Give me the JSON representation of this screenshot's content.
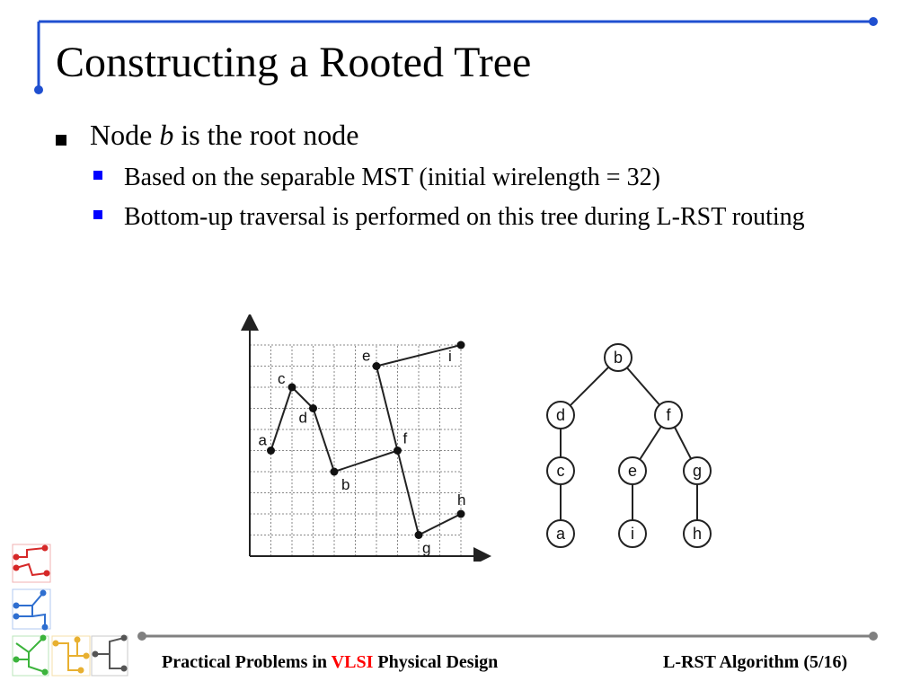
{
  "slide": {
    "title": "Constructing a Rooted Tree",
    "bullet1": {
      "prefix": "Node ",
      "emphasis": "b",
      "suffix": " is the root node"
    },
    "sub_bullets": [
      "Based on the separable MST (initial wirelength = 32)",
      "Bottom-up traversal is performed on this tree during L-RST routing"
    ]
  },
  "grid_diagram": {
    "points": [
      {
        "label": "a",
        "x": 1,
        "y": 5
      },
      {
        "label": "b",
        "x": 4,
        "y": 4
      },
      {
        "label": "c",
        "x": 2,
        "y": 8
      },
      {
        "label": "d",
        "x": 3,
        "y": 7
      },
      {
        "label": "e",
        "x": 6,
        "y": 9
      },
      {
        "label": "f",
        "x": 7,
        "y": 5
      },
      {
        "label": "g",
        "x": 8,
        "y": 1
      },
      {
        "label": "h",
        "x": 10,
        "y": 2
      },
      {
        "label": "i",
        "x": 10,
        "y": 10
      }
    ],
    "edges": [
      [
        "a",
        "c"
      ],
      [
        "c",
        "d"
      ],
      [
        "d",
        "b"
      ],
      [
        "b",
        "f"
      ],
      [
        "f",
        "e"
      ],
      [
        "e",
        "i"
      ],
      [
        "f",
        "g"
      ],
      [
        "g",
        "h"
      ]
    ]
  },
  "rooted_tree": {
    "nodes": [
      "b",
      "d",
      "f",
      "c",
      "e",
      "g",
      "a",
      "i",
      "h"
    ],
    "edges": [
      [
        "b",
        "d"
      ],
      [
        "b",
        "f"
      ],
      [
        "d",
        "c"
      ],
      [
        "c",
        "a"
      ],
      [
        "f",
        "e"
      ],
      [
        "f",
        "g"
      ],
      [
        "e",
        "i"
      ],
      [
        "g",
        "h"
      ]
    ]
  },
  "footer": {
    "left_prefix": "Practical Problems in ",
    "left_highlight": "VLSI",
    "left_suffix": " Physical Design",
    "right": "L-RST Algorithm (5/16)"
  },
  "colors": {
    "accent_blue": "#1f4fd0",
    "bullet_blue": "#0000ff",
    "highlight_red": "#ff0000",
    "footer_line": "#808080"
  }
}
